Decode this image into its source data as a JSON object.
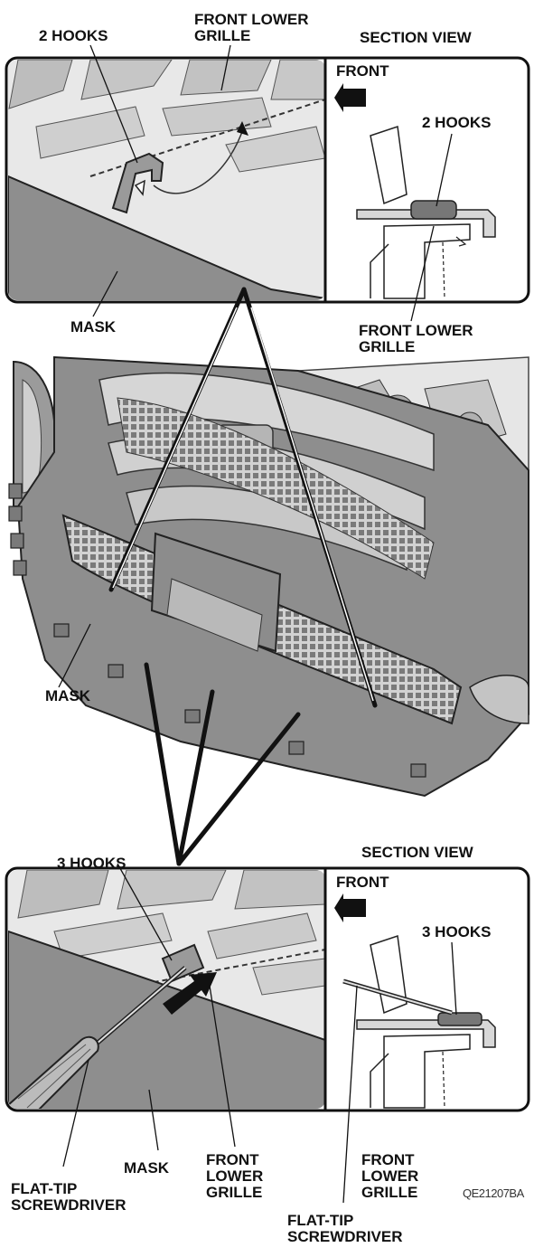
{
  "top": {
    "hooks_label": "2 HOOKS",
    "grille_label_line1": "FRONT LOWER",
    "grille_label_line2": "GRILLE",
    "section_view": "SECTION VIEW",
    "front": "FRONT",
    "section_hooks": "2 HOOKS",
    "mask": "MASK",
    "section_grille_line1": "FRONT LOWER",
    "section_grille_line2": "GRILLE"
  },
  "middle": {
    "mask": "MASK"
  },
  "bottom": {
    "hooks_label": "3 HOOKS",
    "section_view": "SECTION VIEW",
    "front": "FRONT",
    "section_hooks": "3 HOOKS",
    "mask": "MASK",
    "screwdriver_line1": "FLAT-TIP",
    "screwdriver_line2": "SCREWDRIVER",
    "grille_line1": "FRONT",
    "grille_line2": "LOWER",
    "grille_line3": "GRILLE",
    "section_grille_line1": "FRONT",
    "section_grille_line2": "LOWER",
    "section_grille_line3": "GRILLE",
    "section_screwdriver_line1": "FLAT-TIP",
    "section_screwdriver_line2": "SCREWDRIVER"
  },
  "figure_code": "QE21207BA",
  "colors": {
    "mask": "#8e8e8e",
    "grille": "#c9c9c9",
    "line": "#111111",
    "frame": "#111111"
  }
}
